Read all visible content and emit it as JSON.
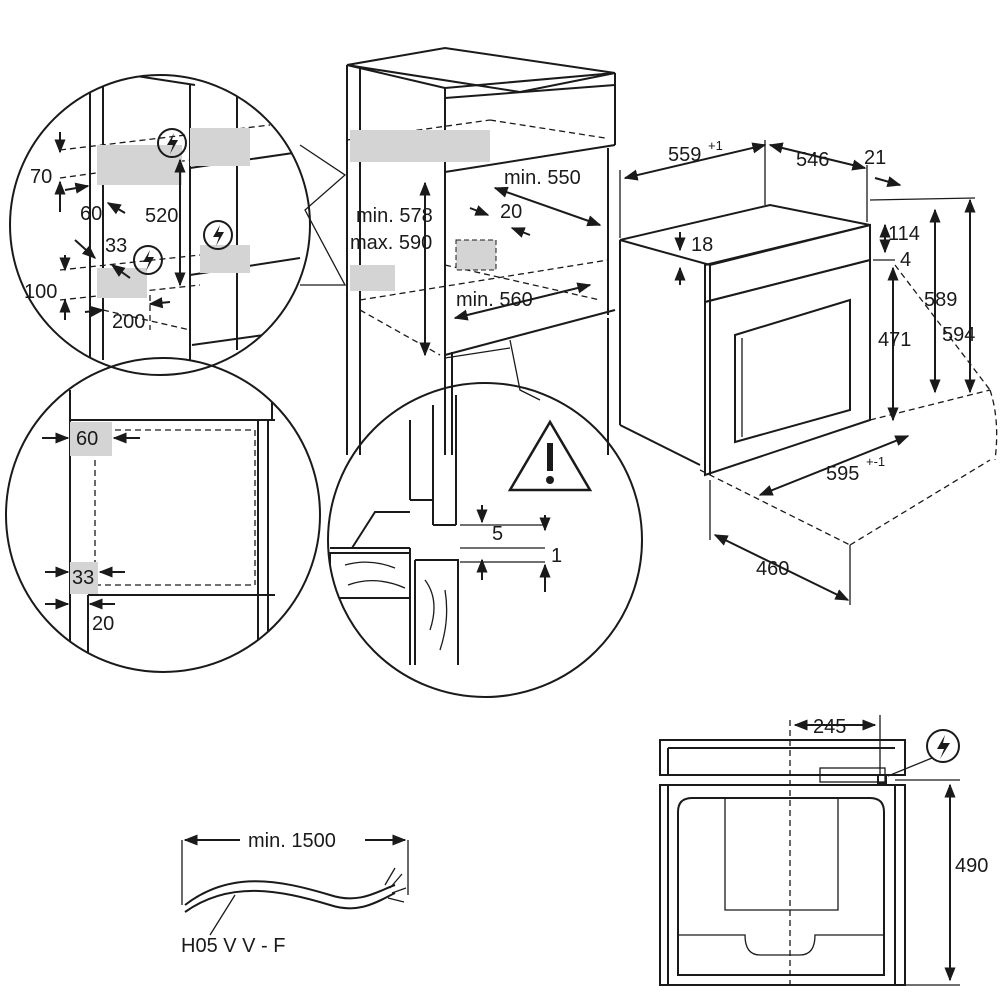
{
  "labels": {
    "d_70": "70",
    "d_60_top": "60",
    "d_520": "520",
    "d_33_top": "33",
    "d_100": "100",
    "d_200": "200",
    "d_min578": "min. 578",
    "d_max590": "max. 590",
    "d_min550": "min. 550",
    "d_20_mid": "20",
    "d_min560": "min. 560",
    "d_559": "559",
    "d_559_sup": "+1",
    "d_546": "546",
    "d_21": "21",
    "d_18": "18",
    "d_114": "114",
    "d_4": "4",
    "d_589": "589",
    "d_594": "594",
    "d_471": "471",
    "d_595": "595",
    "d_595_sup": "+-1",
    "d_460": "460",
    "d_60_circle": "60",
    "d_33_circle": "33",
    "d_20_circle": "20",
    "d_5": "5",
    "d_1": "1",
    "d_245": "245",
    "d_490": "490",
    "d_min1500": "min. 1500",
    "cable_type": "H05 V V - F"
  },
  "icons": {
    "electrical": "lightning-in-circle-icon",
    "warning": "warning-triangle-icon"
  }
}
